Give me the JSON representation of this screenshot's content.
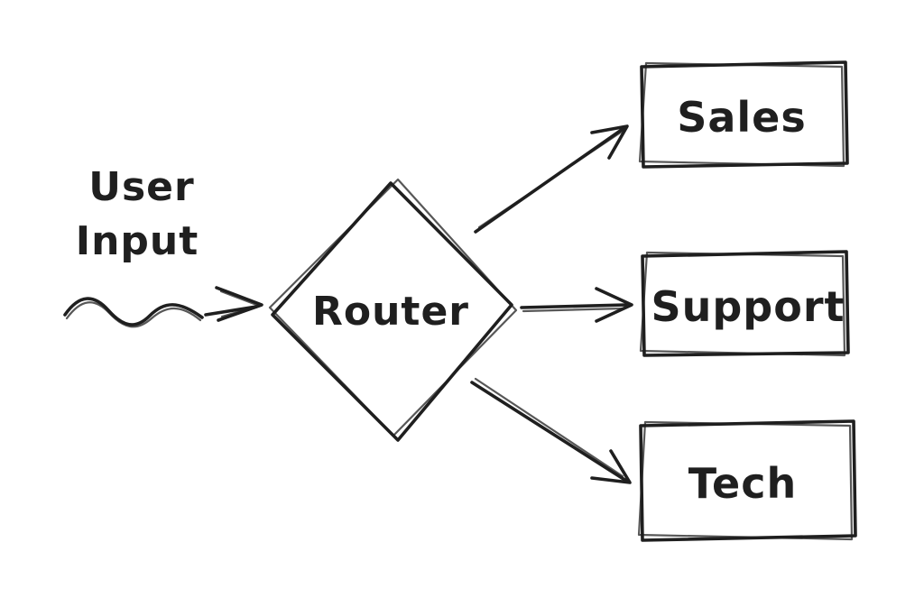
{
  "diagram": {
    "type": "flowchart",
    "style": "hand-drawn-sketch",
    "colors": {
      "ink": "#1f1f1f",
      "background": "#ffffff"
    },
    "nodes": {
      "user_input": {
        "label_line1": "User",
        "label_line2": "Input",
        "shape": "text-only"
      },
      "router": {
        "label": "Router",
        "shape": "diamond"
      },
      "sales": {
        "label": "Sales",
        "shape": "rectangle"
      },
      "support": {
        "label": "Support",
        "shape": "rectangle"
      },
      "tech": {
        "label": "Tech",
        "shape": "rectangle"
      }
    },
    "edges": [
      {
        "from": "user_input",
        "to": "router",
        "style": "squiggle-arrow"
      },
      {
        "from": "router",
        "to": "sales",
        "style": "straight-arrow"
      },
      {
        "from": "router",
        "to": "support",
        "style": "straight-arrow"
      },
      {
        "from": "router",
        "to": "tech",
        "style": "straight-arrow"
      }
    ]
  }
}
